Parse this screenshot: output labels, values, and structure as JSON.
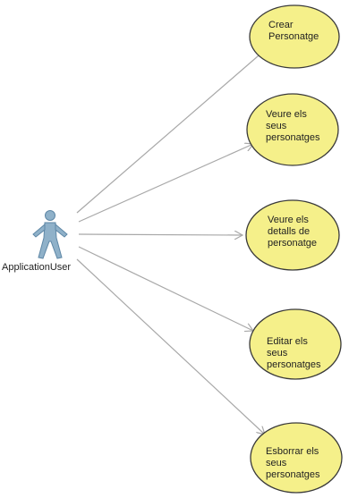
{
  "colors": {
    "usecase_fill": "#f5f08a",
    "usecase_stroke": "#3a3a3a",
    "actor_fill": "#8fb1c9",
    "actor_stroke": "#5e87a6",
    "connector": "#a8a8a8"
  },
  "actor": {
    "name": "ApplicationUser",
    "icon": "stick-figure-actor-icon"
  },
  "use_cases": [
    {
      "label": "Crear\nPersonatge"
    },
    {
      "label": "Veure els\nseus\npersonatges"
    },
    {
      "label": "Veure els\ndetalls de\npersonatge"
    },
    {
      "label": "Editar els\nseus\npersonatges"
    },
    {
      "label": "Esborrar els\nseus\npersonatges"
    }
  ]
}
